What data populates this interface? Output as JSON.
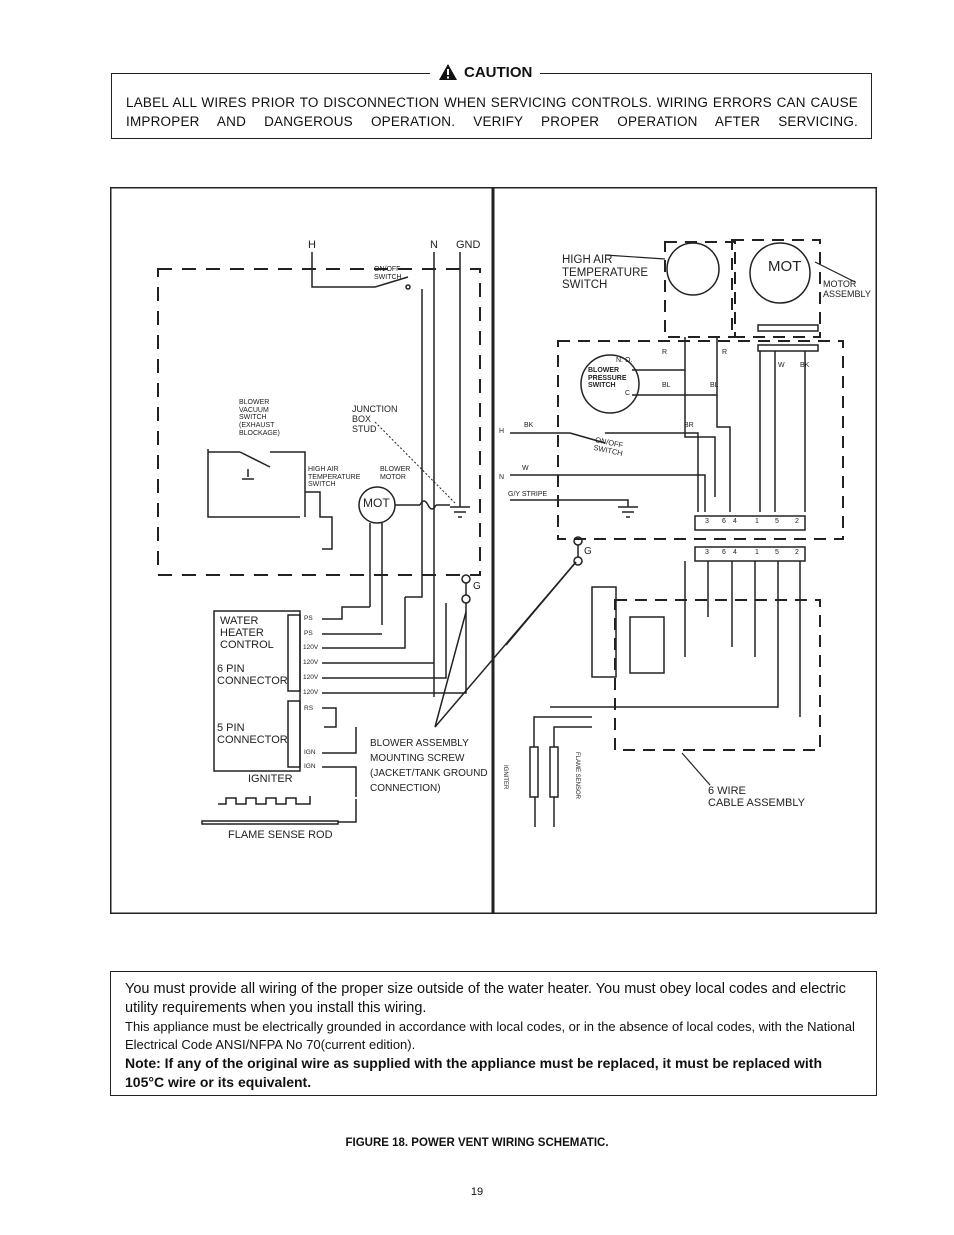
{
  "caution": {
    "title": "CAUTION",
    "text": "LABEL ALL WIRES PRIOR TO DISCONNECTION WHEN SERVICING CONTROLS. WIRING ERRORS CAN CAUSE IMPROPER AND DANGEROUS OPERATION. VERIFY PROPER OPERATION AFTER SERVICING."
  },
  "diagram": {
    "left": {
      "h": "H",
      "n": "N",
      "gnd": "GND",
      "on_off_switch": "ON/OFF\nSWITCH",
      "blower_vacuum_switch": "BLOWER\nVACUUM\nSWITCH\n(EXHAUST\nBLOCKAGE)",
      "junction_box_stud": "JUNCTION\nBOX\nSTUD",
      "high_air_temp_switch": "HIGH AIR\nTEMPERATURE\nSWITCH",
      "blower_motor": "BLOWER\nMOTOR",
      "mot": "MOT",
      "g": "G",
      "water_heater_control": "WATER\nHEATER\nCONTROL",
      "six_pin": "6 PIN\nCONNECTOR",
      "five_pin": "5 PIN\nCONNECTOR",
      "pins": [
        "PS",
        "PS",
        "120V",
        "120V",
        "120V",
        "120V",
        "RS",
        "IGN",
        "IGN"
      ],
      "igniter": "IGNITER",
      "flame_sense_rod": "FLAME SENSE ROD",
      "mounting_screw": "BLOWER ASSEMBLY\nMOUNTING SCREW\n(JACKET/TANK GROUND\nCONNECTION)"
    },
    "right": {
      "high_air_temp_switch": "HIGH AIR\nTEMPERATURE\nSWITCH",
      "mot": "MOT",
      "motor_assembly": "MOTOR\nASSEMBLY",
      "blower_pressure_switch": "BLOWER\nPRESSURE\nSWITCH",
      "no": "N. O.",
      "c": "C",
      "r1": "R",
      "r2": "R",
      "bl1": "BL",
      "bl2": "BL",
      "w": "W",
      "bk_top": "BK",
      "h": "H",
      "n": "N",
      "bk": "BK",
      "br": "BR",
      "w_wire": "W",
      "gy_stripe": "G/Y STRIPE",
      "on_off_switch": "ON/OFF\nSWITCH",
      "g": "G",
      "terminals": [
        "3",
        "6",
        "4",
        "1",
        "5",
        "2"
      ],
      "igniter": "IGNITER",
      "flame_sensor": "FLAME SENSOR",
      "six_wire_cable": "6 WIRE\nCABLE ASSEMBLY"
    }
  },
  "notes": {
    "line1": "You must provide all wiring of the proper size outside of the water heater.  You must obey local codes and electric utility requirements when you install this wiring.",
    "line2": "This appliance must be electrically grounded in accordance with local codes, or in the absence of local codes, with the National Electrical Code ANSI/NFPA No 70(current edition).",
    "line3": "Note: If any of the original wire as supplied with the appliance must be replaced, it must be replaced with 105°C wire or its equivalent."
  },
  "caption": "FIGURE 18. POWER VENT WIRING SCHEMATIC.",
  "page_number": "19"
}
